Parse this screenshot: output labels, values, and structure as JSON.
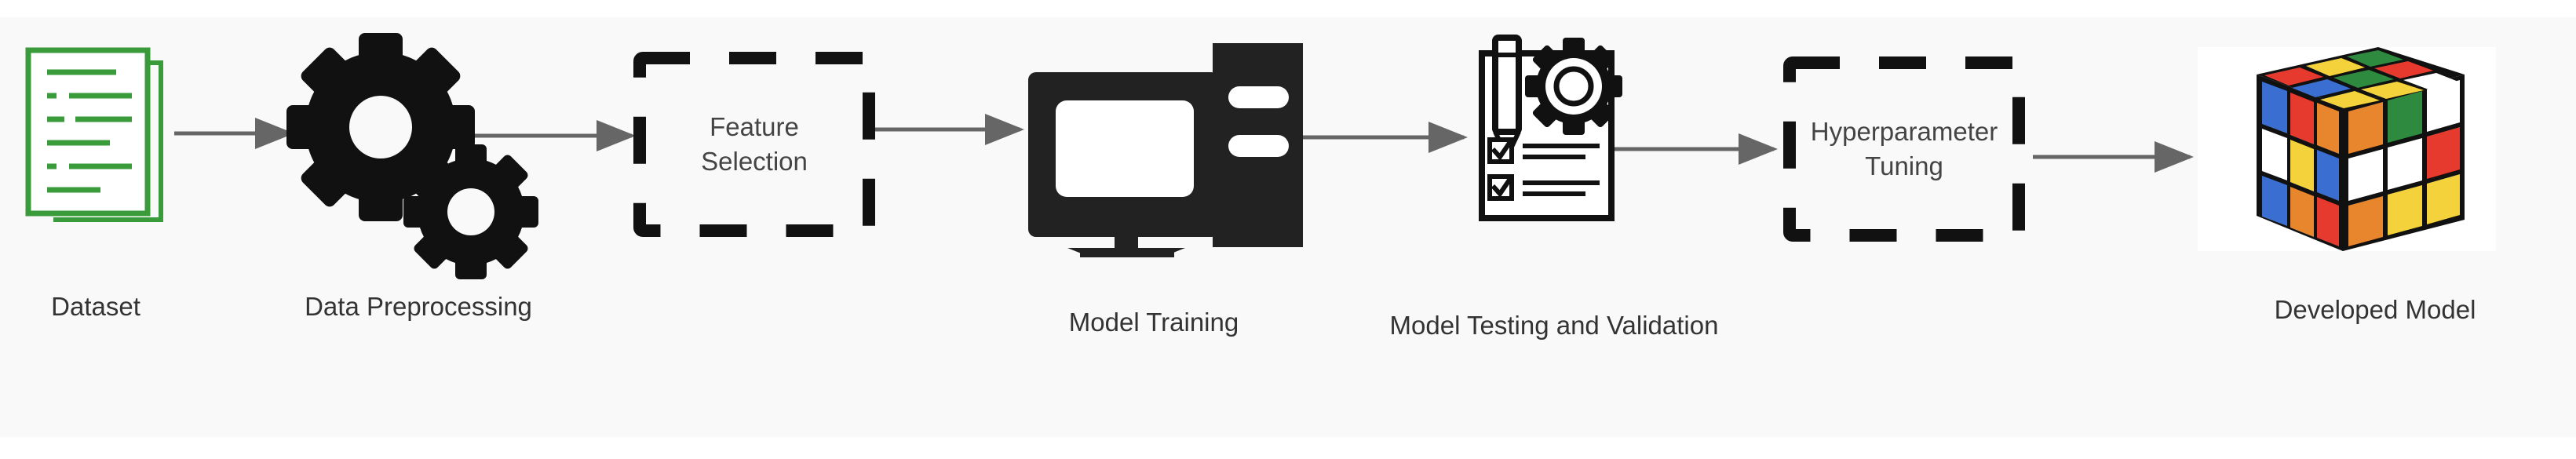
{
  "diagram": {
    "title": "",
    "colors": {
      "background": "#f9f9f9",
      "arrow": "#666666",
      "icon": "#111111",
      "document_green": "#3a9b3a",
      "text": "#333333"
    },
    "nodes": [
      {
        "id": "dataset",
        "icon": "document-icon",
        "label": "Dataset"
      },
      {
        "id": "preprocessing",
        "icon": "gears-icon",
        "label": "Data Preprocessing"
      },
      {
        "id": "feature-selection",
        "icon": "dashed-box",
        "box_lines": [
          "Feature",
          "Selection"
        ]
      },
      {
        "id": "training",
        "icon": "computer-icon",
        "label": "Model Training"
      },
      {
        "id": "testing",
        "icon": "checklist-gear-icon",
        "label": "Model Testing and Validation"
      },
      {
        "id": "tuning",
        "icon": "dashed-box",
        "box_lines": [
          "Hyperparameter",
          "Tuning"
        ]
      },
      {
        "id": "developed",
        "icon": "rubiks-cube-icon",
        "label": "Developed Model"
      }
    ],
    "edges": [
      {
        "from": "dataset",
        "to": "preprocessing"
      },
      {
        "from": "preprocessing",
        "to": "feature-selection"
      },
      {
        "from": "feature-selection",
        "to": "training"
      },
      {
        "from": "training",
        "to": "testing"
      },
      {
        "from": "testing",
        "to": "tuning"
      },
      {
        "from": "tuning",
        "to": "developed"
      }
    ]
  }
}
